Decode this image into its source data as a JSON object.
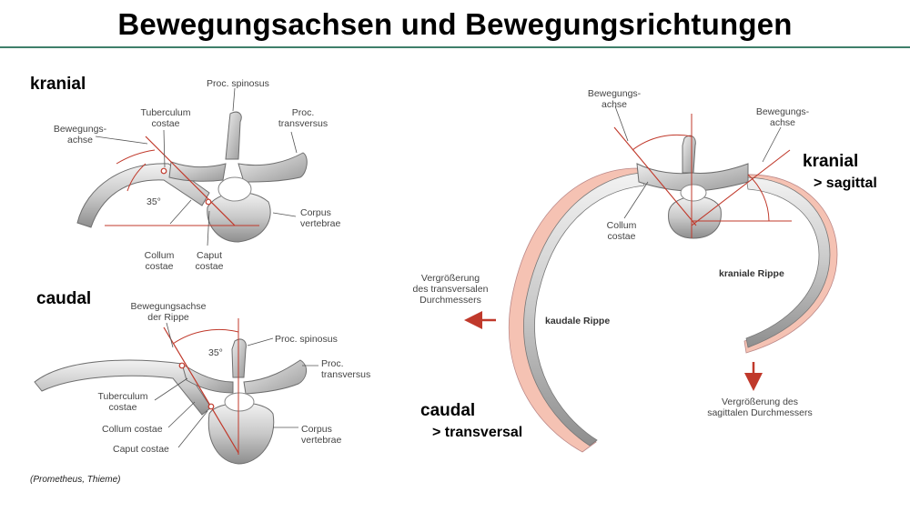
{
  "title": "Bewegungsachsen und Bewegungsrichtungen",
  "labels": {
    "kranial": "kranial",
    "caudal": "caudal",
    "kranial_right": "kranial",
    "sagittal": "> sagittal",
    "caudal_right": "caudal",
    "transversal": "> transversal"
  },
  "top_figure": {
    "proc_spinosus": "Proc. spinosus",
    "tuberculum_1": "Tuberculum",
    "tuberculum_2": "costae",
    "proc_transversus_1": "Proc.",
    "proc_transversus_2": "transversus",
    "bewegungsachse_1": "Bewegungs-",
    "bewegungsachse_2": "achse",
    "angle": "35°",
    "corpus_1": "Corpus",
    "corpus_2": "vertebrae",
    "collum_1": "Collum",
    "collum_2": "costae",
    "caput_1": "Caput",
    "caput_2": "costae"
  },
  "bottom_figure": {
    "achse_1": "Bewegungsachse",
    "achse_2": "der Rippe",
    "angle": "35°",
    "proc_spinosus": "Proc. spinosus",
    "proc_transversus_1": "Proc.",
    "proc_transversus_2": "transversus",
    "tuberculum_1": "Tuberculum",
    "tuberculum_2": "costae",
    "collum": "Collum costae",
    "caput": "Caput costae",
    "corpus_1": "Corpus",
    "corpus_2": "vertebrae"
  },
  "right_figure": {
    "achse_left_1": "Bewegungs-",
    "achse_left_2": "achse",
    "achse_right_1": "Bewegungs-",
    "achse_right_2": "achse",
    "collum_1": "Collum",
    "collum_2": "costae",
    "kraniale_rippe": "kraniale Rippe",
    "kaudale_rippe": "kaudale Rippe",
    "vergr_trans_1": "Vergrößerung",
    "vergr_trans_2": "des transversalen",
    "vergr_trans_3": "Durchmessers",
    "vergr_sag_1": "Vergrößerung des",
    "vergr_sag_2": "sagittalen Durchmessers"
  },
  "source": "(Prometheus, Thieme)",
  "colors": {
    "accent_line": "#3f7f6a",
    "axis_red": "#c0392b",
    "rib_overlay": "#f3b7a6"
  }
}
